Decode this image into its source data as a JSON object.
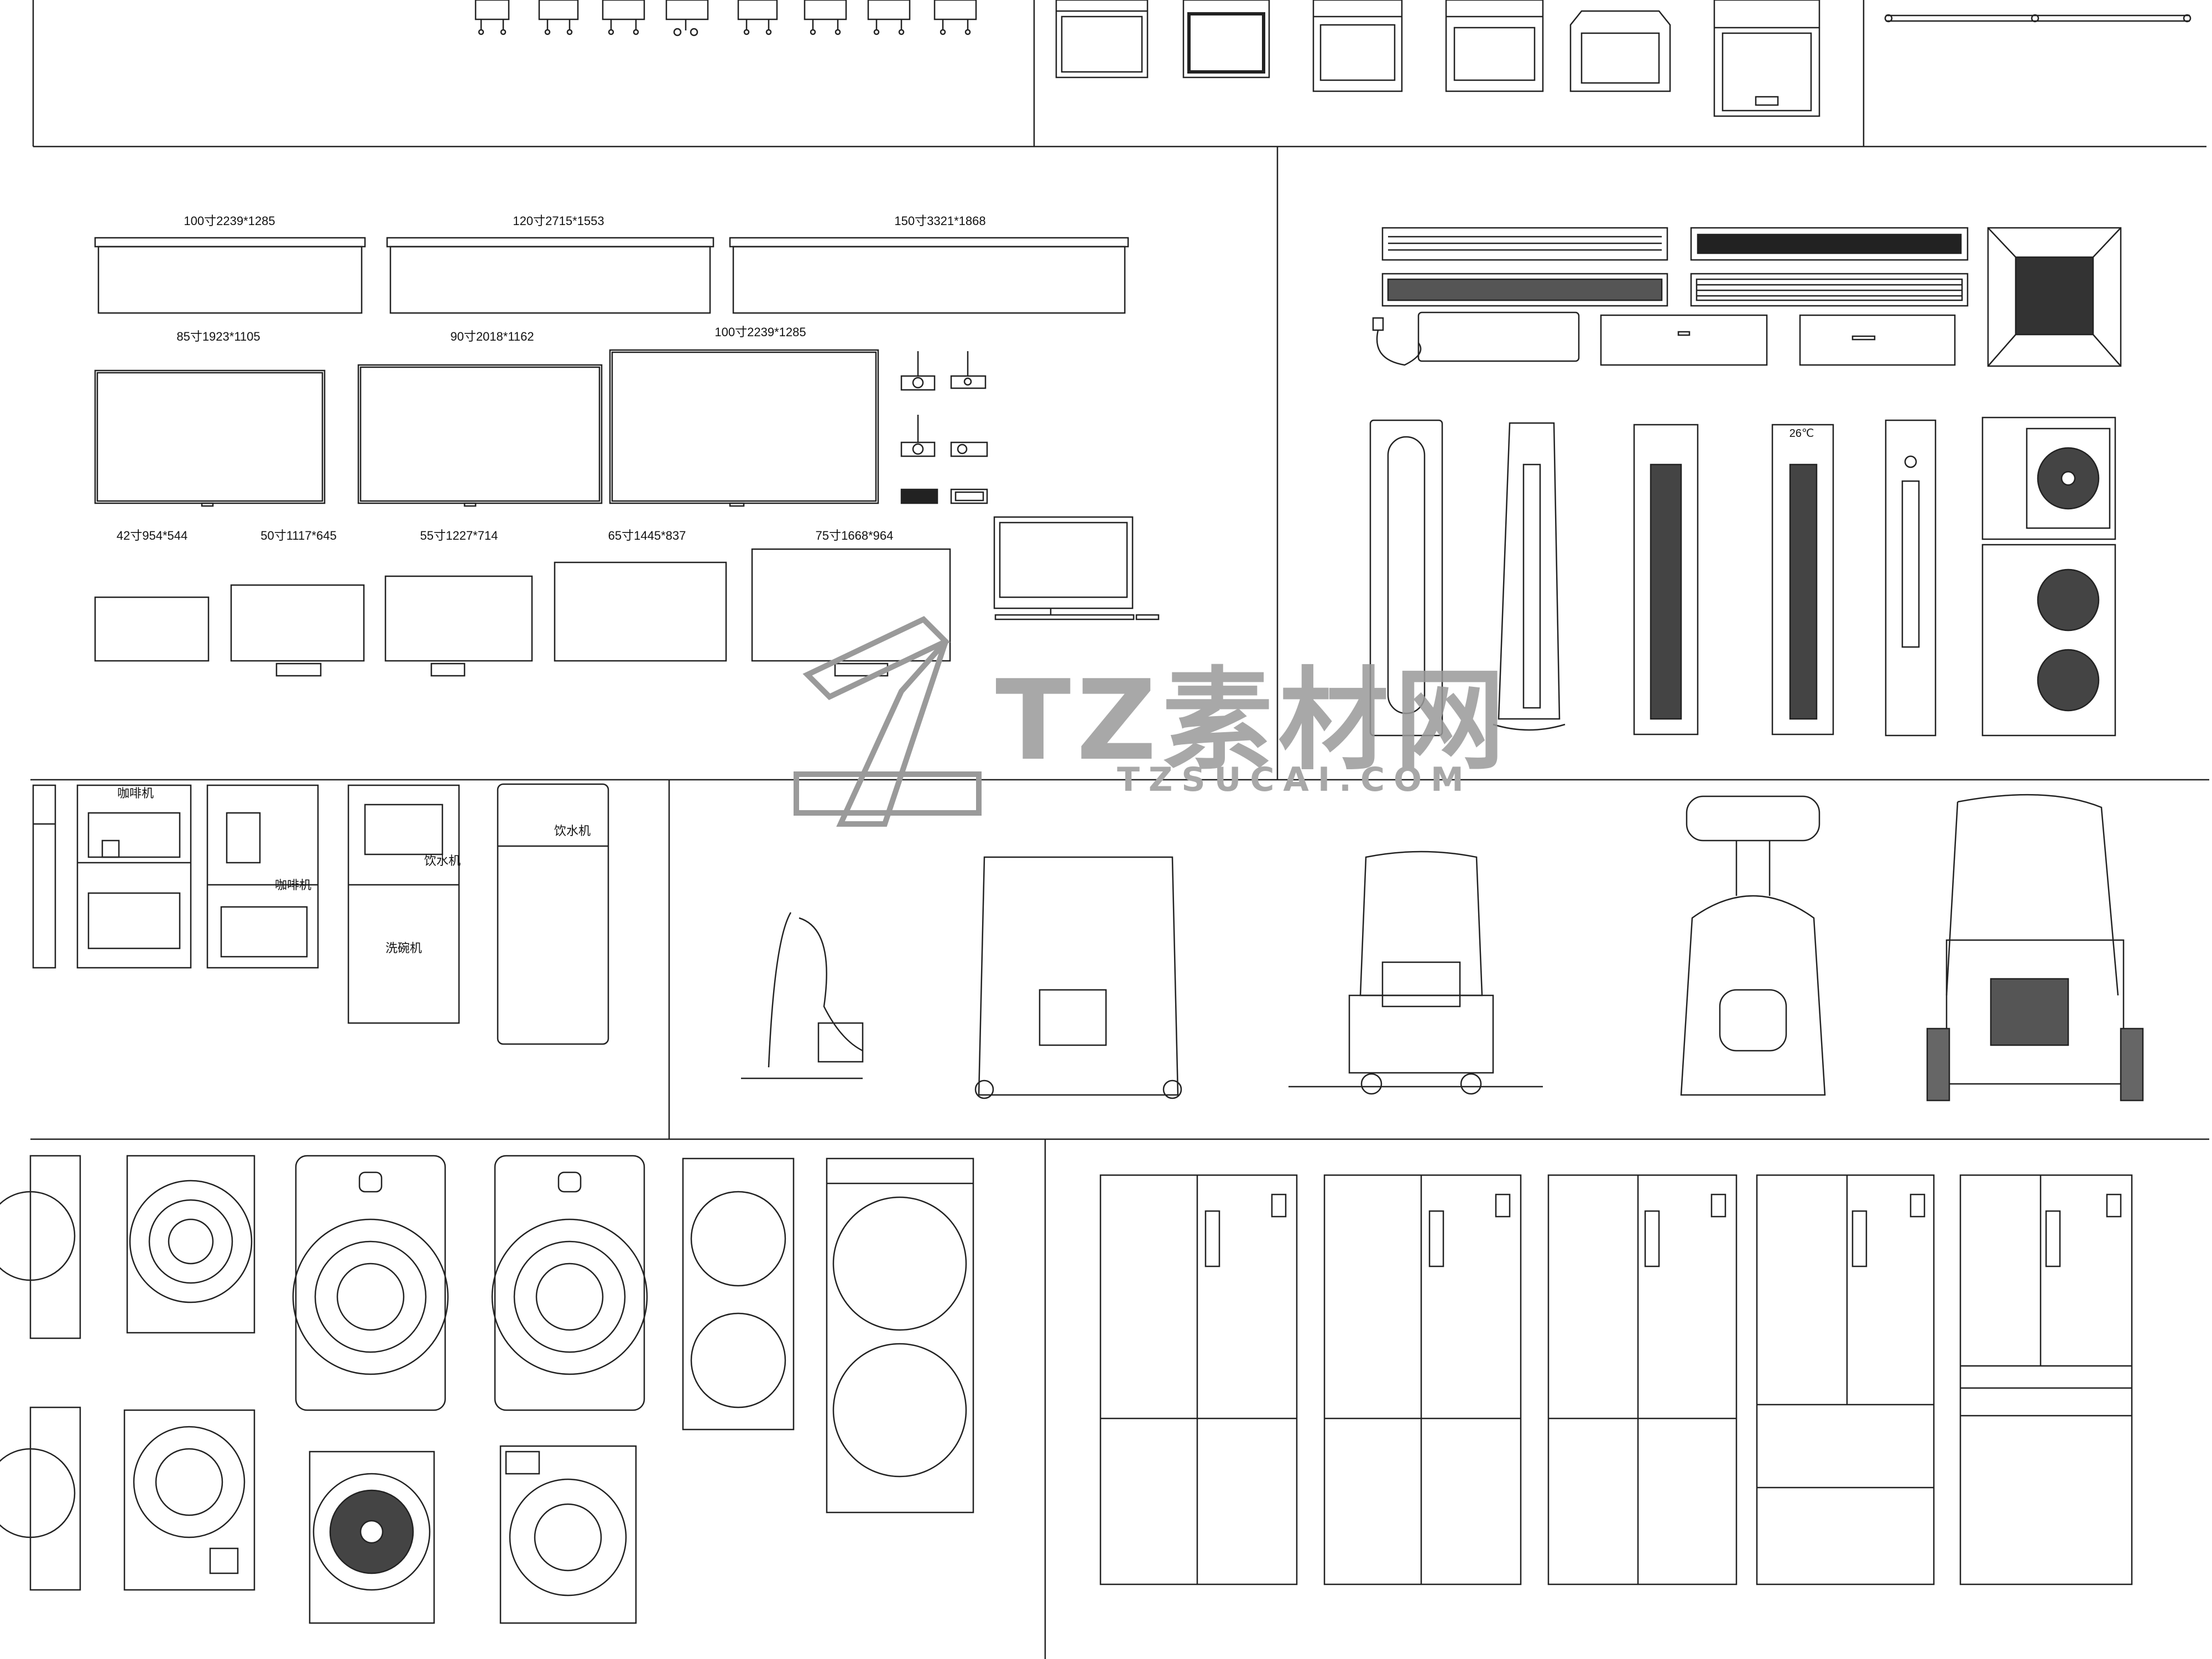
{
  "watermark": {
    "brand": "TZ素材网",
    "site": "TZSUCAI.COM"
  },
  "tv_section": {
    "large_labels": [
      "100寸2239*1285",
      "120寸2715*1553",
      "150寸3321*1868"
    ],
    "medium_labels": [
      "85寸1923*1105",
      "90寸2018*1162",
      "100寸2239*1285"
    ],
    "small_labels": [
      "42寸954*544",
      "50寸1117*645",
      "55寸1227*714",
      "65寸1445*837",
      "75寸1668*964"
    ]
  },
  "kitchen_section": {
    "coffee_label_1": "咖啡机",
    "coffee_label_2": "咖啡机",
    "water_label_1": "饮水机",
    "dishwasher_label": "洗碗机",
    "water_label_2": "饮水机"
  },
  "ac_section": {
    "temp_display": "26℃"
  }
}
